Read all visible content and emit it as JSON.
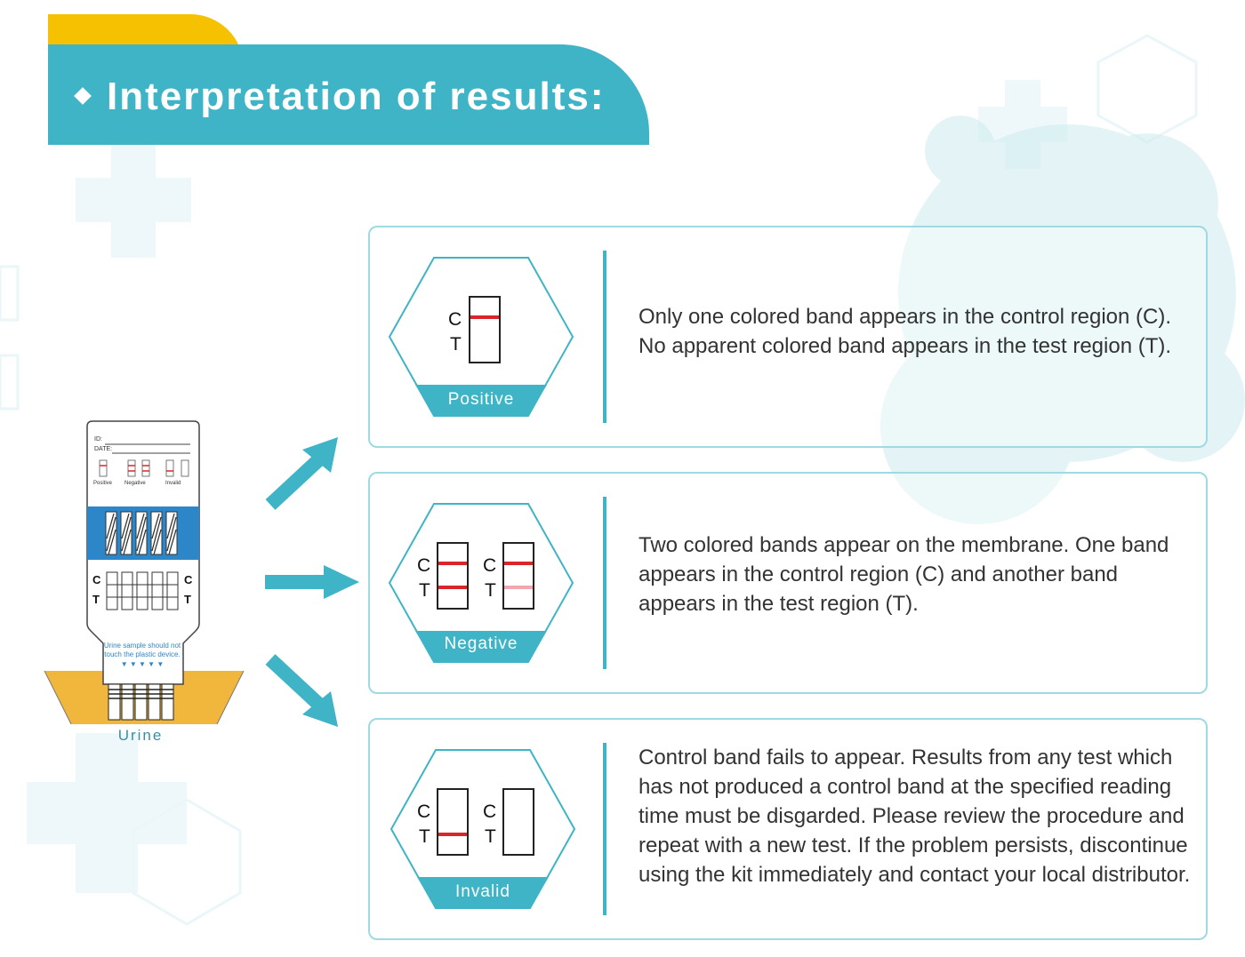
{
  "header": {
    "title": "Interpretation of results:"
  },
  "device": {
    "id_label": "ID:",
    "date_label": "DATE:",
    "mini_labels": [
      "Positive",
      "Negative",
      "Invalid"
    ],
    "c_label": "C",
    "t_label": "T",
    "warning_line1": "Urine sample should not",
    "warning_line2": "touch the plastic device.",
    "arrows": "▼ ▼ ▼ ▼ ▼",
    "urine_label": "Urine"
  },
  "results": [
    {
      "label": "Positive",
      "description": "Only one colored band appears in the control region (C). No apparent colored band appears in the test region (T)."
    },
    {
      "label": "Negative",
      "description": "Two colored bands appear on the membrane. One band appears in the control region (C) and another band appears in the test region (T)."
    },
    {
      "label": "Invalid",
      "description": "Control band fails to appear. Results from any test which has not produced a control band at the specified reading time must be disgarded. Please review the procedure and repeat with a new test. If the problem persists, discontinue using the kit immediately and contact your local distributor."
    }
  ],
  "ct_labels": {
    "c": "C",
    "t": "T"
  },
  "colors": {
    "teal": "#3eb4c6",
    "yellow": "#f5c100",
    "band_red": "#d9262b",
    "band_faint": "#f2a6b0",
    "device_blue": "#2d86c8",
    "urine_gold": "#f0b73c"
  }
}
